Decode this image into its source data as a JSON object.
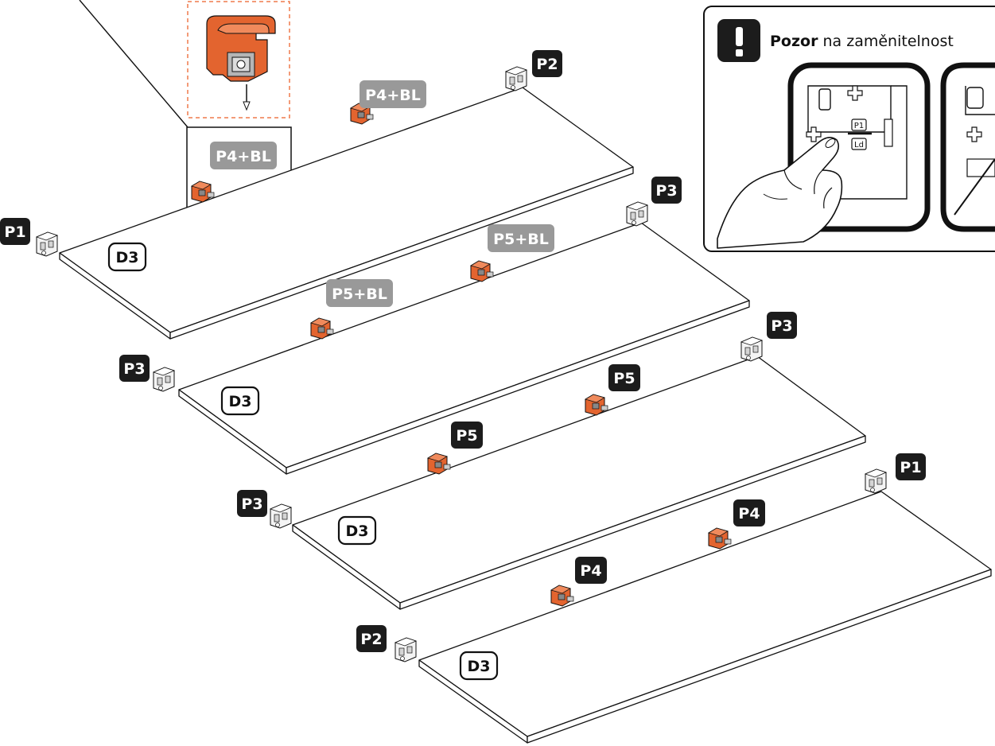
{
  "notice": {
    "bold": "Pozor",
    "text": " na zaměnitelnost",
    "icon": "exclamation-icon",
    "insert_label_top": "P1",
    "insert_label_bottom": "Ld"
  },
  "detail": {
    "label": "P4+BL"
  },
  "boards": [
    {
      "name": "board-1",
      "board_label": "D3",
      "left_label": "P1",
      "right_label": "P2",
      "mid_label_1": "P4+BL",
      "mid_label_2": "P4+BL",
      "mid_style": "grey"
    },
    {
      "name": "board-2",
      "board_label": "D3",
      "left_label": "P3",
      "right_label": "P3",
      "mid_label_1": "P5+BL",
      "mid_label_2": "P5+BL",
      "mid_style": "grey"
    },
    {
      "name": "board-3",
      "board_label": "D3",
      "left_label": "P3",
      "right_label": "P3",
      "mid_label_1": "P5",
      "mid_label_2": "P5",
      "mid_style": "dark"
    },
    {
      "name": "board-4",
      "board_label": "D3",
      "left_label": "P2",
      "right_label": "P1",
      "mid_label_1": "P4",
      "mid_label_2": "P4",
      "mid_style": "dark"
    }
  ],
  "colors": {
    "accent_orange": "#e3642f",
    "label_dark": "#1c1c1c",
    "label_grey": "#999999",
    "detail_border": "#ef7a4b"
  }
}
